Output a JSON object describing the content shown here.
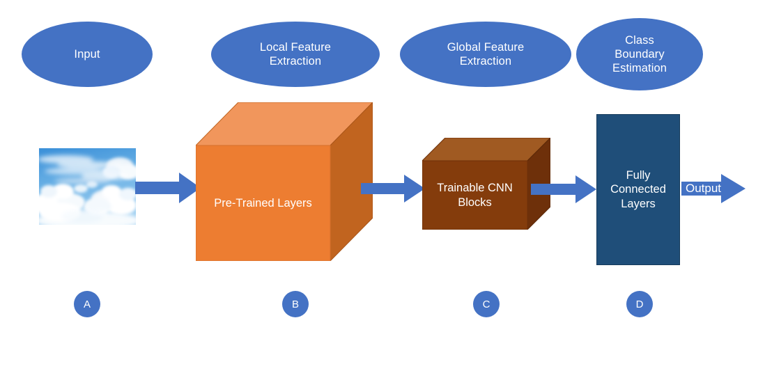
{
  "diagram": {
    "title": "CNN transfer-learning pipeline block diagram",
    "colors": {
      "ellipse_blue": "#4472C4",
      "arrow_blue": "#4472C4",
      "orange_front": "#ED7D31",
      "orange_top": "#F1965C",
      "orange_side": "#C1641F",
      "brown_front": "#843C0C",
      "brown_top": "#A05A22",
      "brown_side": "#6E300A",
      "navy": "#1F4E79",
      "circle_blue": "#4472C4",
      "text_white": "#FFFFFF"
    },
    "stage_labels": [
      {
        "id": "input",
        "text": "Input"
      },
      {
        "id": "local-feature-extraction",
        "text": "Local Feature\nExtraction"
      },
      {
        "id": "global-feature-extraction",
        "text": "Global Feature\nExtraction"
      },
      {
        "id": "class-boundary-estimation",
        "text": "Class\nBoundary\nEstimation"
      }
    ],
    "blocks": [
      {
        "id": "input-image",
        "text": ""
      },
      {
        "id": "pre-trained-layers",
        "text": "Pre-Trained Layers"
      },
      {
        "id": "trainable-cnn-blocks",
        "text": "Trainable CNN\nBlocks"
      },
      {
        "id": "fully-connected-layers",
        "text": "Fully\nConnected\nLayers"
      }
    ],
    "arrows": [
      {
        "id": "arrow-input-to-pretrained",
        "label": ""
      },
      {
        "id": "arrow-pretrained-to-cnn",
        "label": ""
      },
      {
        "id": "arrow-cnn-to-fc",
        "label": ""
      },
      {
        "id": "arrow-output",
        "label": "Output"
      }
    ],
    "markers": [
      {
        "id": "marker-a",
        "text": "A"
      },
      {
        "id": "marker-b",
        "text": "B"
      },
      {
        "id": "marker-c",
        "text": "C"
      },
      {
        "id": "marker-d",
        "text": "D"
      }
    ]
  }
}
